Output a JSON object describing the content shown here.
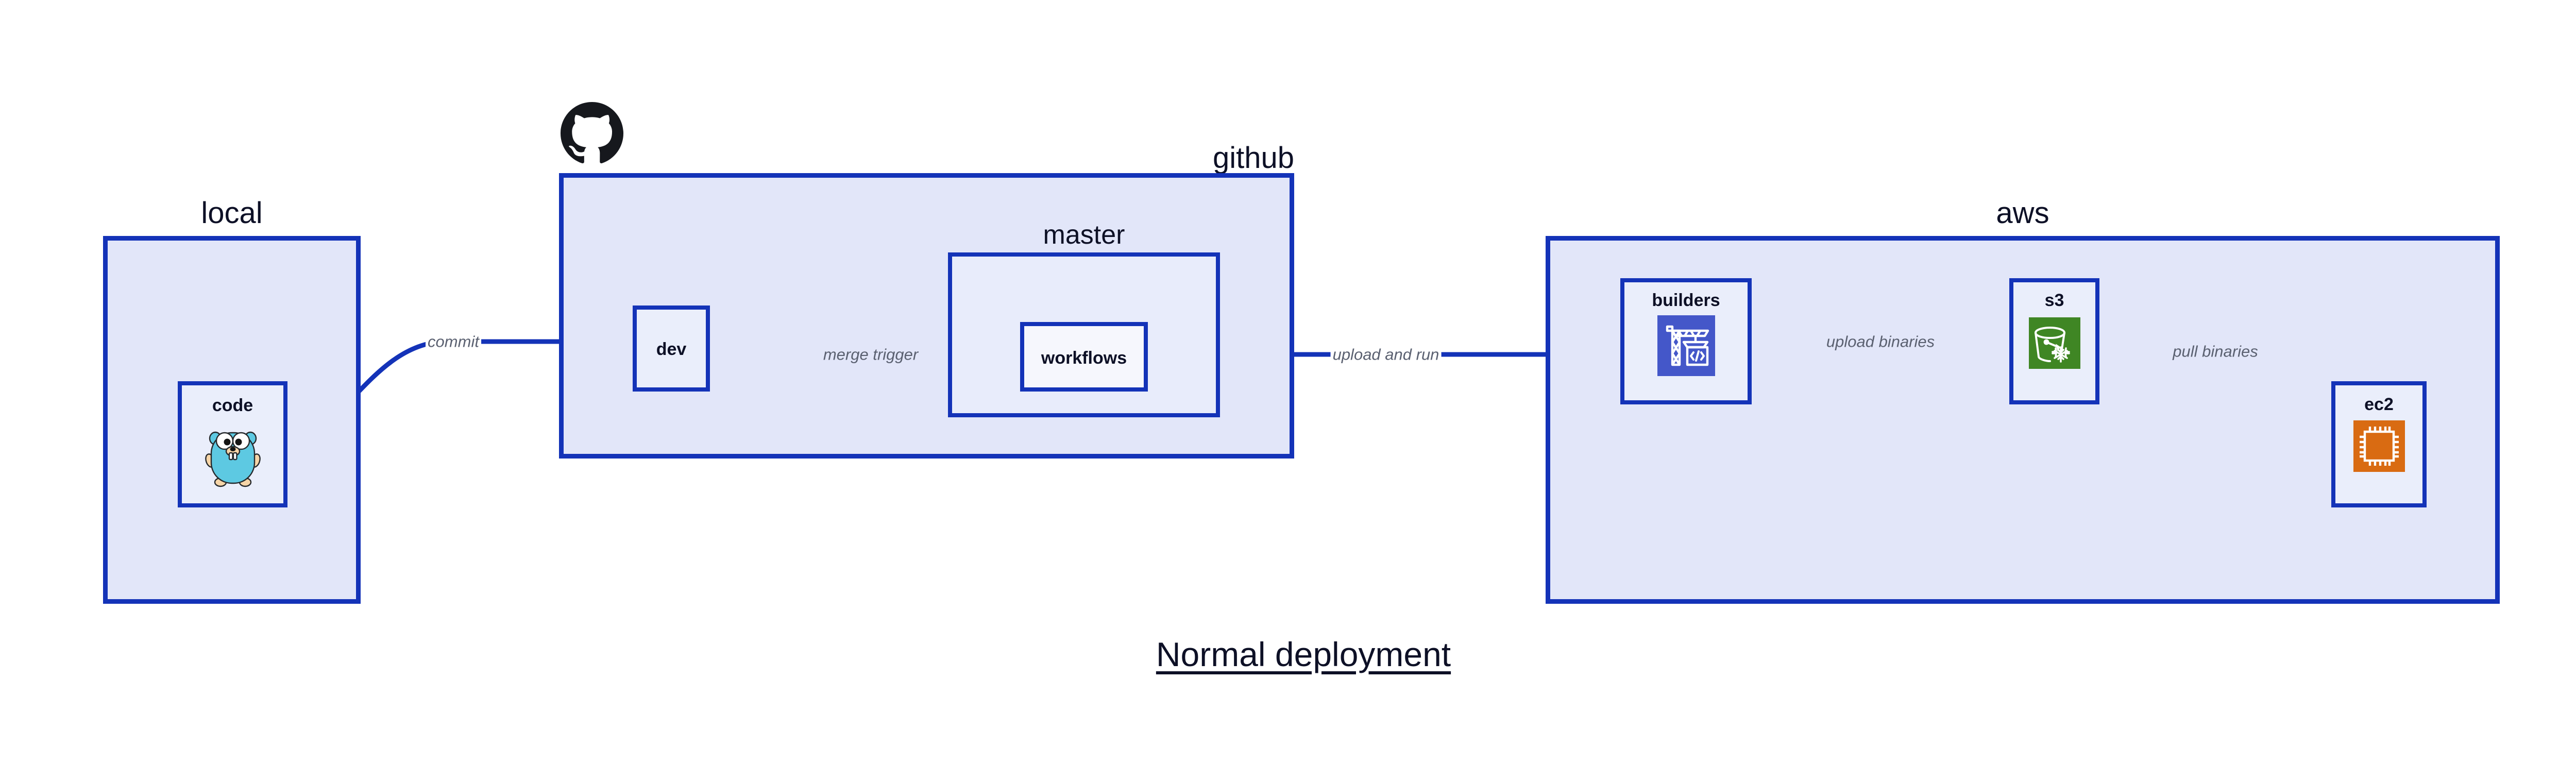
{
  "diagram": {
    "title": "Normal deployment",
    "background": "#ffffff",
    "accent_blue": "#1433b8",
    "zone_fill": "#e2e6f9",
    "subzone_fill": "#e8ecfb",
    "node_fill": "#eaeefb",
    "label_color": "#0d1026",
    "edge_label_color": "#5a6070"
  },
  "zones": [
    {
      "id": "local",
      "label": "local",
      "label_align": "center"
    },
    {
      "id": "github",
      "label": "github",
      "label_align": "right"
    },
    {
      "id": "aws",
      "label": "aws",
      "label_align": "center"
    }
  ],
  "subzones": [
    {
      "id": "master",
      "label": "master",
      "parent": "github"
    }
  ],
  "nodes": [
    {
      "id": "code",
      "label": "code",
      "zone": "local",
      "icon": "go-gopher-icon",
      "icon_color": "#5dc9e2"
    },
    {
      "id": "dev",
      "label": "dev",
      "zone": "github",
      "icon": null,
      "icon_color": null
    },
    {
      "id": "workflows",
      "label": "workflows",
      "zone": "master",
      "icon": null,
      "icon_color": null
    },
    {
      "id": "builders",
      "label": "builders",
      "zone": "aws",
      "icon": "aws-codebuild-icon",
      "icon_color": "#4457c9"
    },
    {
      "id": "s3",
      "label": "s3",
      "zone": "aws",
      "icon": "aws-s3-glacier-icon",
      "icon_color": "#3f8624"
    },
    {
      "id": "ec2",
      "label": "ec2",
      "zone": "aws",
      "icon": "aws-ec2-icon",
      "icon_color": "#d96b12"
    }
  ],
  "edges": [
    {
      "id": "commit",
      "label": "commit",
      "from": "code",
      "to": "dev",
      "style": "curved"
    },
    {
      "id": "merge-trigger",
      "label": "merge trigger",
      "from": "dev",
      "to": "workflows",
      "style": "straight"
    },
    {
      "id": "upload-run",
      "label": "upload and run",
      "from": "workflows",
      "to": "builders",
      "style": "straight"
    },
    {
      "id": "upload-bin",
      "label": "upload binaries",
      "from": "builders",
      "to": "s3",
      "style": "straight"
    },
    {
      "id": "pull-bin",
      "label": "pull binaries",
      "from": "s3",
      "to": "ec2",
      "style": "curved"
    }
  ],
  "logos": [
    {
      "id": "github-octocat",
      "name": "github-logo-icon",
      "color": "#16181d"
    }
  ]
}
